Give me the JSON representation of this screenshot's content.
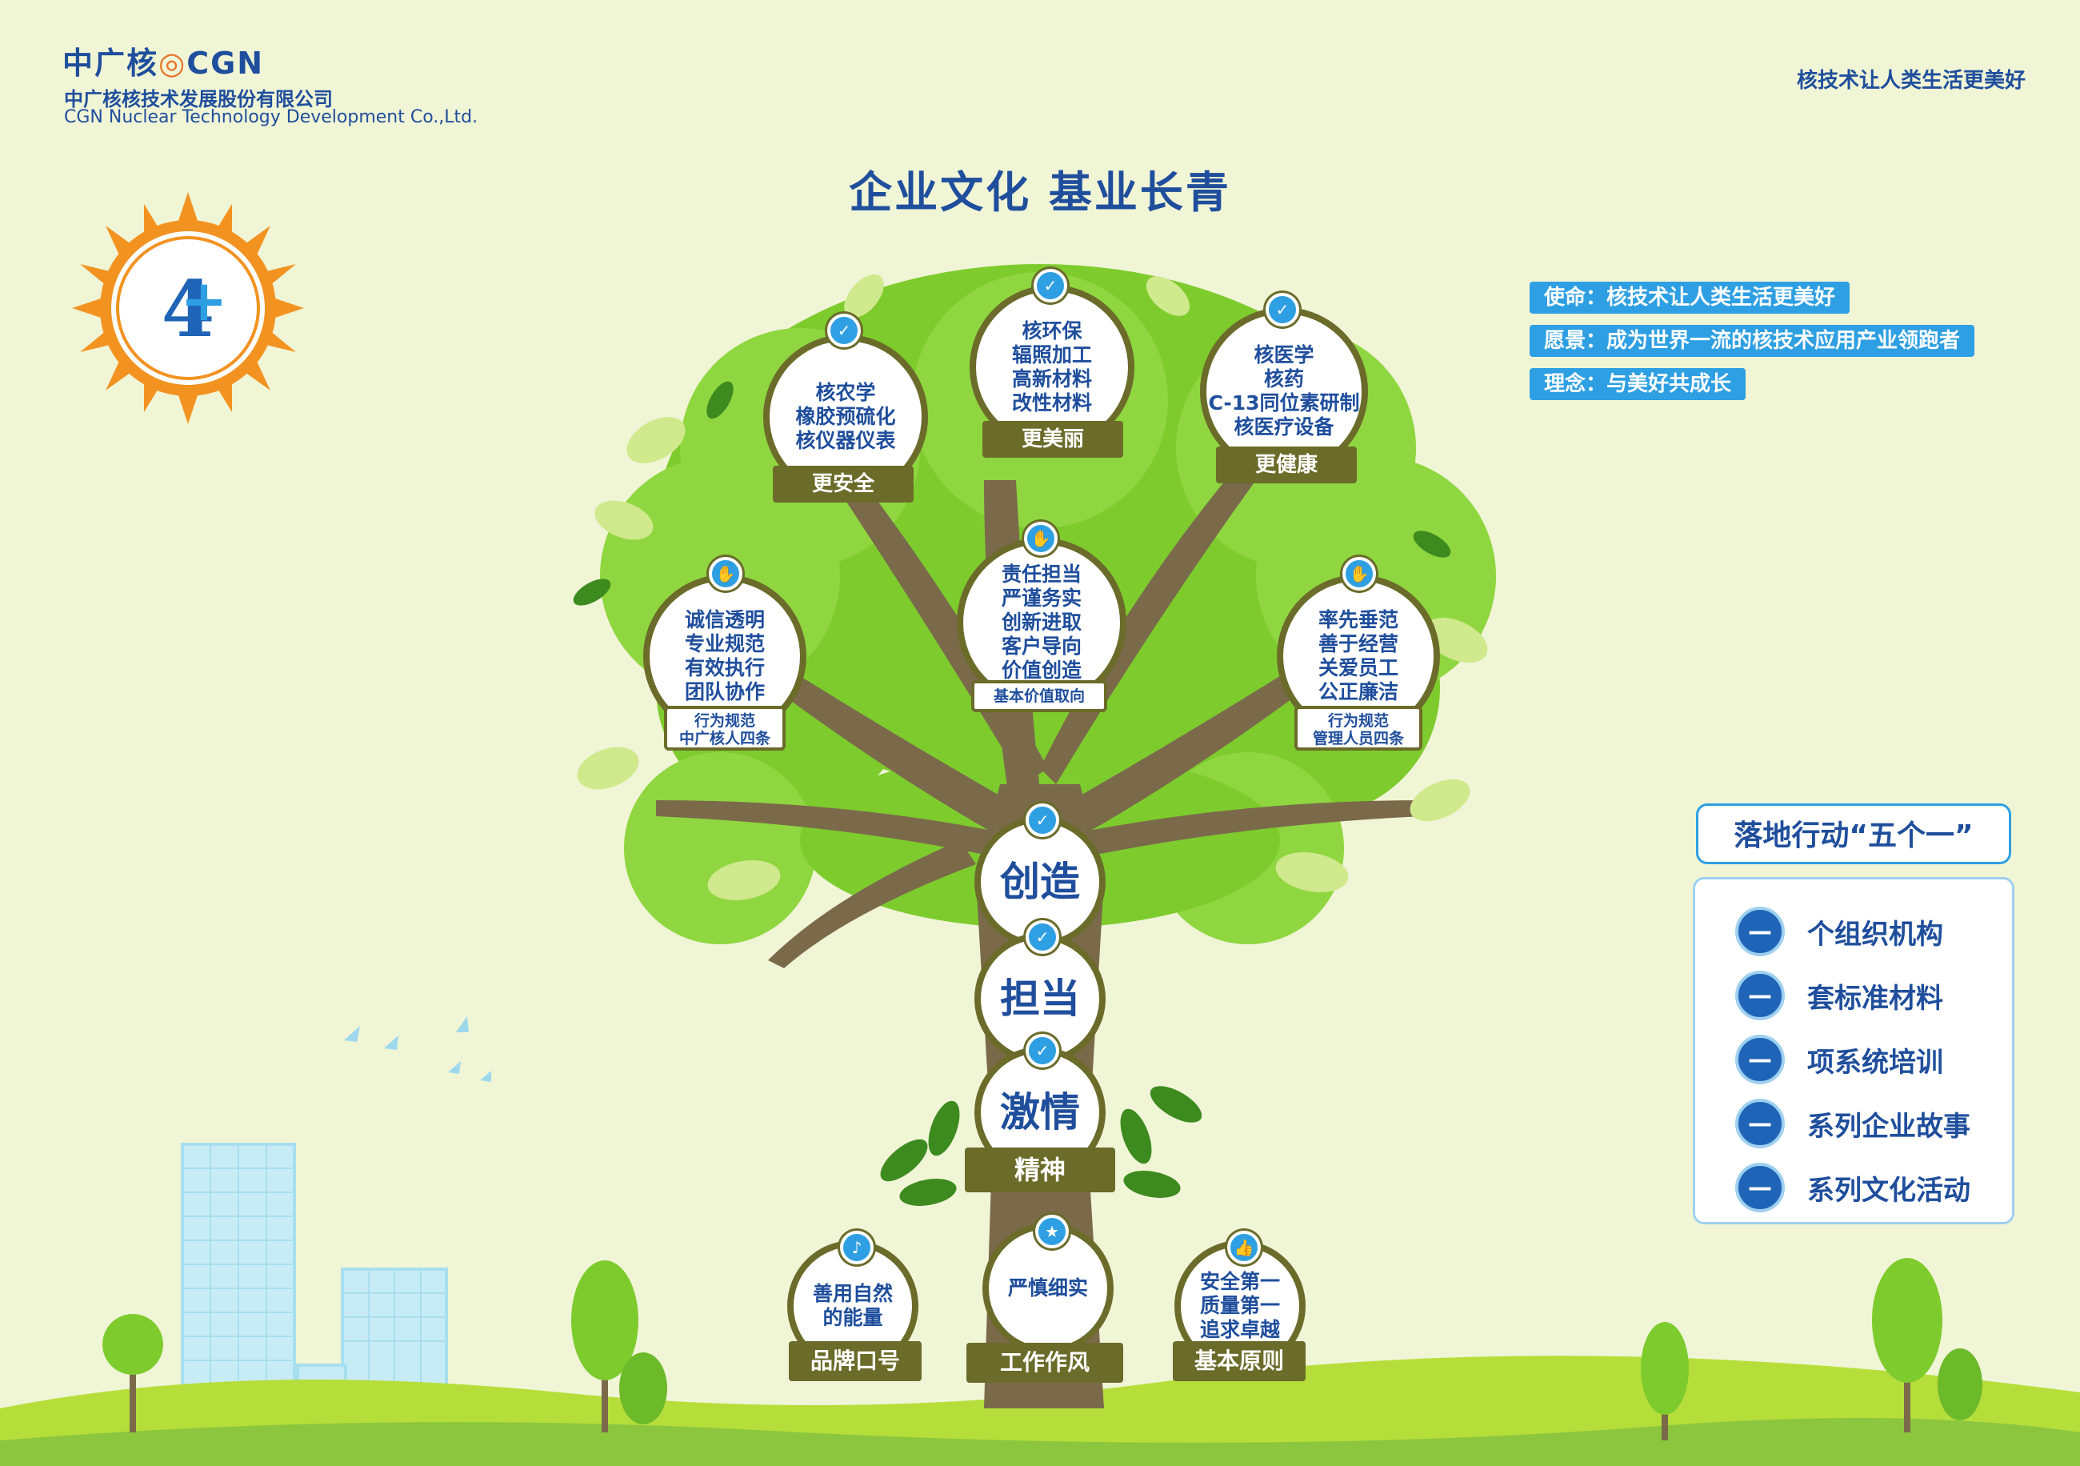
{
  "header": {
    "logo_cn": "中广核",
    "logo_en": "CGN",
    "company_cn": "中广核核技术发展股份有限公司",
    "company_en": "CGN Nuclear Technology Development Co.,Ltd.",
    "slogan": "核技术让人类生活更美好",
    "title": "企业文化 基业长青"
  },
  "tags": [
    "使命：核技术让人类生活更美好",
    "愿景：成为世界一流的核技术应用产业领跑者",
    "理念：与美好共成长"
  ],
  "top_bubbles": [
    {
      "lines": [
        "核农学",
        "橡胶预硫化",
        "核仪器仪表"
      ],
      "ribbon": "更安全"
    },
    {
      "lines": [
        "核环保",
        "辐照加工",
        "高新材料",
        "改性材料"
      ],
      "ribbon": "更美丽"
    },
    {
      "lines": [
        "核医学",
        "核药",
        "C-13同位素研制",
        "核医疗设备"
      ],
      "ribbon": "更健康"
    }
  ],
  "middle_bubbles": [
    {
      "lines": [
        "诚信透明",
        "专业规范",
        "有效执行",
        "团队协作"
      ],
      "ribbon": [
        "行为规范",
        "中广核人四条"
      ]
    },
    {
      "lines": [
        "责任担当",
        "严谨务实",
        "创新进取",
        "客户导向",
        "价值创造"
      ],
      "ribbon": [
        "基本价值取向"
      ]
    },
    {
      "lines": [
        "率先垂范",
        "善于经营",
        "关爱员工",
        "公正廉洁"
      ],
      "ribbon": [
        "行为规范",
        "管理人员四条"
      ]
    }
  ],
  "spirit": {
    "words": [
      "创造",
      "担当",
      "激情"
    ],
    "ribbon": "精神"
  },
  "bottom_bubbles": [
    {
      "lines": [
        "善用自然",
        "的能量"
      ],
      "ribbon": "品牌口号"
    },
    {
      "lines": [
        "严慎细实"
      ],
      "ribbon": "工作作风"
    },
    {
      "lines": [
        "安全第一",
        "质量第一",
        "追求卓越"
      ],
      "ribbon": "基本原则"
    }
  ],
  "actions": {
    "title": "落地行动“五个一”",
    "items": [
      "个组织机构",
      "套标准材料",
      "项系统培训",
      "系列企业故事",
      "系列文化活动"
    ]
  },
  "colors": {
    "accent": "#2e9fe2",
    "brand": "#1f4e9c",
    "branch": "#7a6a4a",
    "leaf": "#7ecb2e",
    "ribbon": "#6b6b2a"
  }
}
